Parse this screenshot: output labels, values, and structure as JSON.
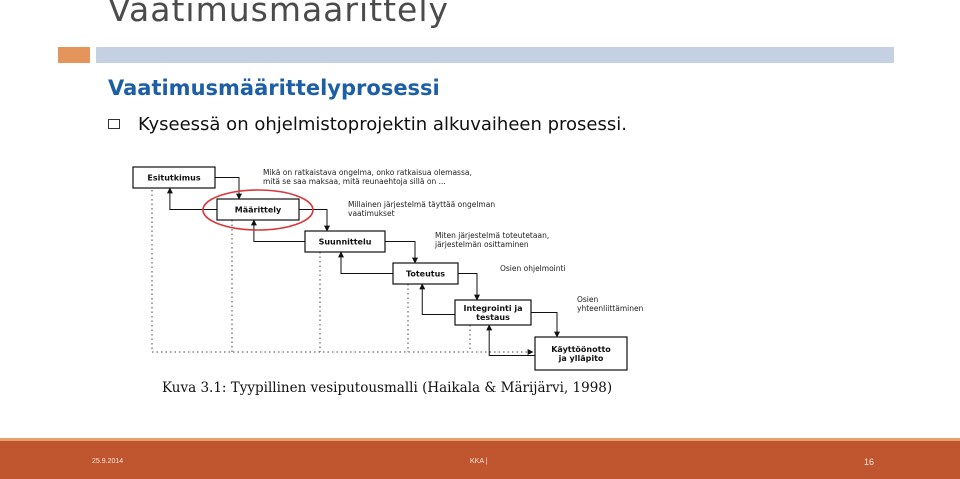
{
  "slide": {
    "title": "Vaatimusmäärittely",
    "subtitle": "Vaatimusmäärittelyprosessi",
    "bullet": "Kyseessä on ohjelmistoprojektin alkuvaiheen prosessi."
  },
  "diagram": {
    "steps": [
      {
        "label": "Esitutkimus",
        "note": [
          "Mikä on ratkaistava ongelma, onko ratkaisua olemassa,",
          "mitä se saa maksaa, mitä reunaehtoja sillä on ..."
        ]
      },
      {
        "label": "Määrittely",
        "note": [
          "Millainen järjestelmä täyttää ongelman",
          "vaatimukset"
        ]
      },
      {
        "label": "Suunnittelu",
        "note": [
          "Miten järjestelmä toteutetaan,",
          "järjestelmän osittaminen"
        ]
      },
      {
        "label": "Toteutus",
        "note": [
          "Osien ohjelmointi"
        ]
      },
      {
        "label": [
          "Integrointi ja",
          "testaus"
        ],
        "note": [
          "Osien",
          "yhteenliittäminen"
        ]
      },
      {
        "label": [
          "Käyttöönotto",
          "ja ylläpito"
        ],
        "note": []
      }
    ],
    "highlight_color": "#d9393d"
  },
  "caption": "Kuva 3.1: Tyypillinen vesiputousmalli (Haikala & Märijärvi, 1998)",
  "footer": {
    "date": "25.9.2014",
    "center": "KKA |",
    "page": "16"
  },
  "colors": {
    "accent_orange": "#e3955b",
    "accent_blue": "#c5d0e2",
    "subtitle_blue": "#1c5fa6",
    "footer_bg": "#bf5630"
  }
}
